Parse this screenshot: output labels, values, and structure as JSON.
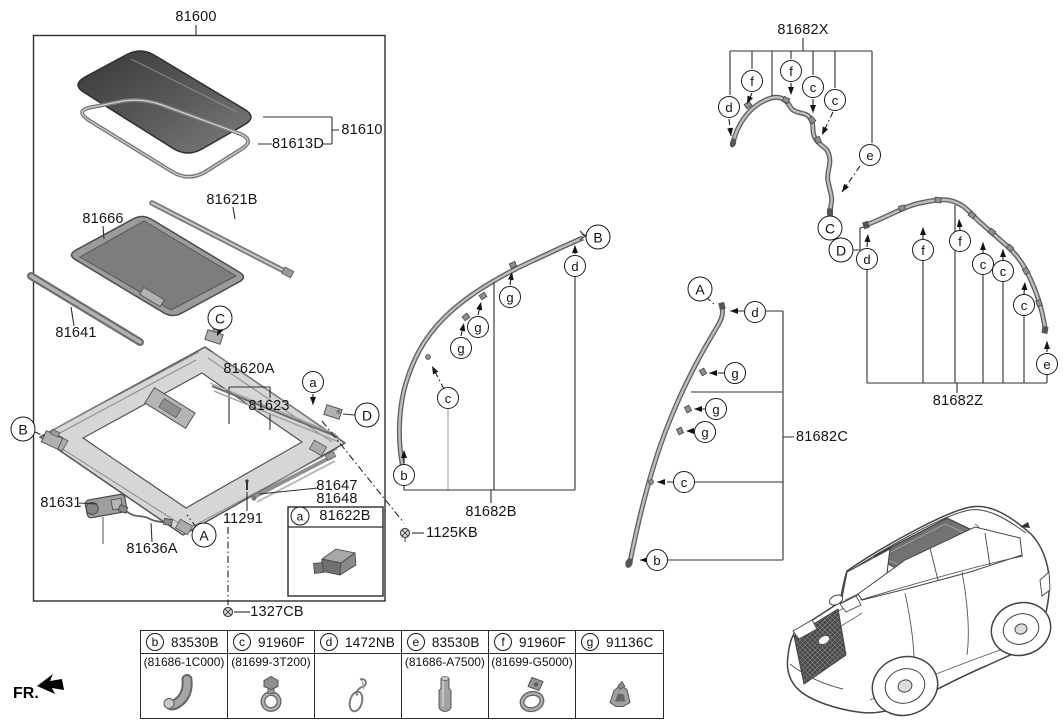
{
  "diagram": {
    "fr_label": "FR.",
    "parts": {
      "p81600": "81600",
      "p81610": "81610",
      "p81613D": "81613D",
      "p81621B": "81621B",
      "p81666": "81666",
      "p81641": "81641",
      "p81620A": "81620A",
      "p81623": "81623",
      "p81631": "81631",
      "p81636A": "81636A",
      "p11291": "11291",
      "p81647": "81647",
      "p81648": "81648",
      "p81622B": "81622B",
      "p1327CB": "1327CB",
      "p81682B": "81682B",
      "p1125KB": "1125KB",
      "p81682X": "81682X",
      "p81682Z": "81682Z",
      "p81682C": "81682C"
    },
    "callouts": {
      "A": "A",
      "B": "B",
      "C": "C",
      "D": "D",
      "a": "a",
      "b": "b",
      "c": "c",
      "d": "d",
      "e": "e",
      "f": "f",
      "g": "g"
    },
    "legend": {
      "items": [
        {
          "key": "b",
          "part": "83530B",
          "sub": "(81686-1C000)"
        },
        {
          "key": "c",
          "part": "91960F",
          "sub": "(81699-3T200)"
        },
        {
          "key": "d",
          "part": "1472NB",
          "sub": ""
        },
        {
          "key": "e",
          "part": "83530B",
          "sub": "(81686-A7500)"
        },
        {
          "key": "f",
          "part": "91960F",
          "sub": "(81699-G5000)"
        },
        {
          "key": "g",
          "part": "91136C",
          "sub": ""
        }
      ]
    }
  }
}
